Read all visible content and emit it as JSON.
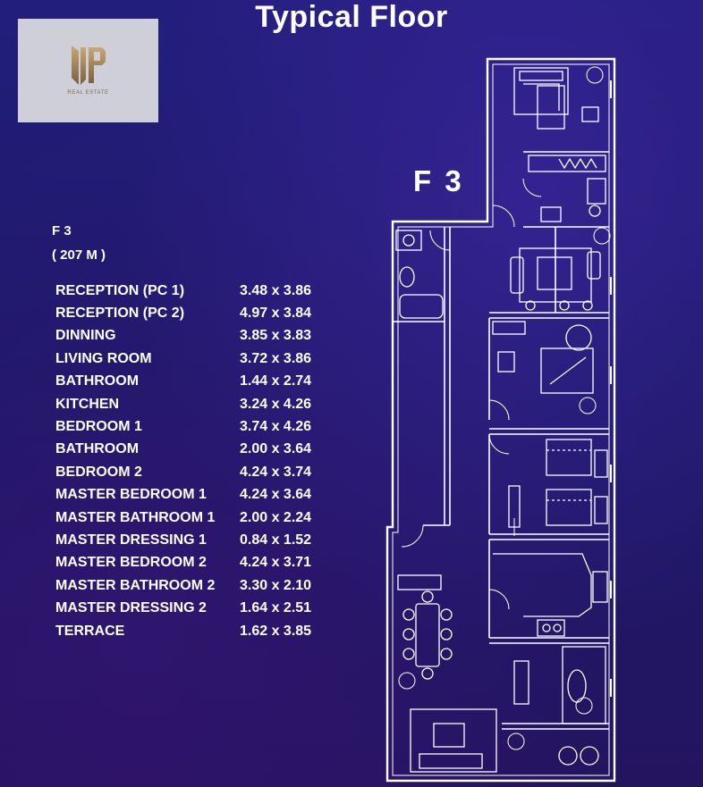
{
  "header": {
    "title": "Typical Floor"
  },
  "logo": {
    "brand": "VIP",
    "tagline": "REAL ESTATE"
  },
  "plan_label": "F 3",
  "unit": {
    "name": "F 3",
    "area": "( 207 M )"
  },
  "rooms": [
    {
      "name": "RECEPTION (PC 1)",
      "size": "3.48 x 3.86"
    },
    {
      "name": "RECEPTION (PC 2)",
      "size": "4.97 x 3.84"
    },
    {
      "name": "DINNING",
      "size": "3.85 x 3.83"
    },
    {
      "name": "LIVING ROOM",
      "size": "3.72 x 3.86"
    },
    {
      "name": "BATHROOM",
      "size": "1.44 x 2.74"
    },
    {
      "name": "KITCHEN",
      "size": "3.24 x 4.26"
    },
    {
      "name": "BEDROOM 1",
      "size": "3.74 x 4.26"
    },
    {
      "name": "BATHROOM",
      "size": "2.00 x 3.64"
    },
    {
      "name": "BEDROOM 2",
      "size": "4.24 x 3.74"
    },
    {
      "name": "MASTER BEDROOM 1",
      "size": "4.24 x 3.64"
    },
    {
      "name": "MASTER BATHROOM 1",
      "size": "2.00 x 2.24"
    },
    {
      "name": "MASTER DRESSING 1",
      "size": "0.84 x 1.52"
    },
    {
      "name": "MASTER BEDROOM 2",
      "size": "4.24 x 3.71"
    },
    {
      "name": "MASTER BATHROOM 2",
      "size": "3.30 x 2.10"
    },
    {
      "name": "MASTER DRESSING 2",
      "size": "1.64 x 2.51"
    },
    {
      "name": "TERRACE",
      "size": "1.62 x 3.85"
    }
  ],
  "colors": {
    "background": "#201c74",
    "text": "#ffffff",
    "logo_gold": "#a88a5c",
    "logo_box": "#cfcfd9"
  }
}
